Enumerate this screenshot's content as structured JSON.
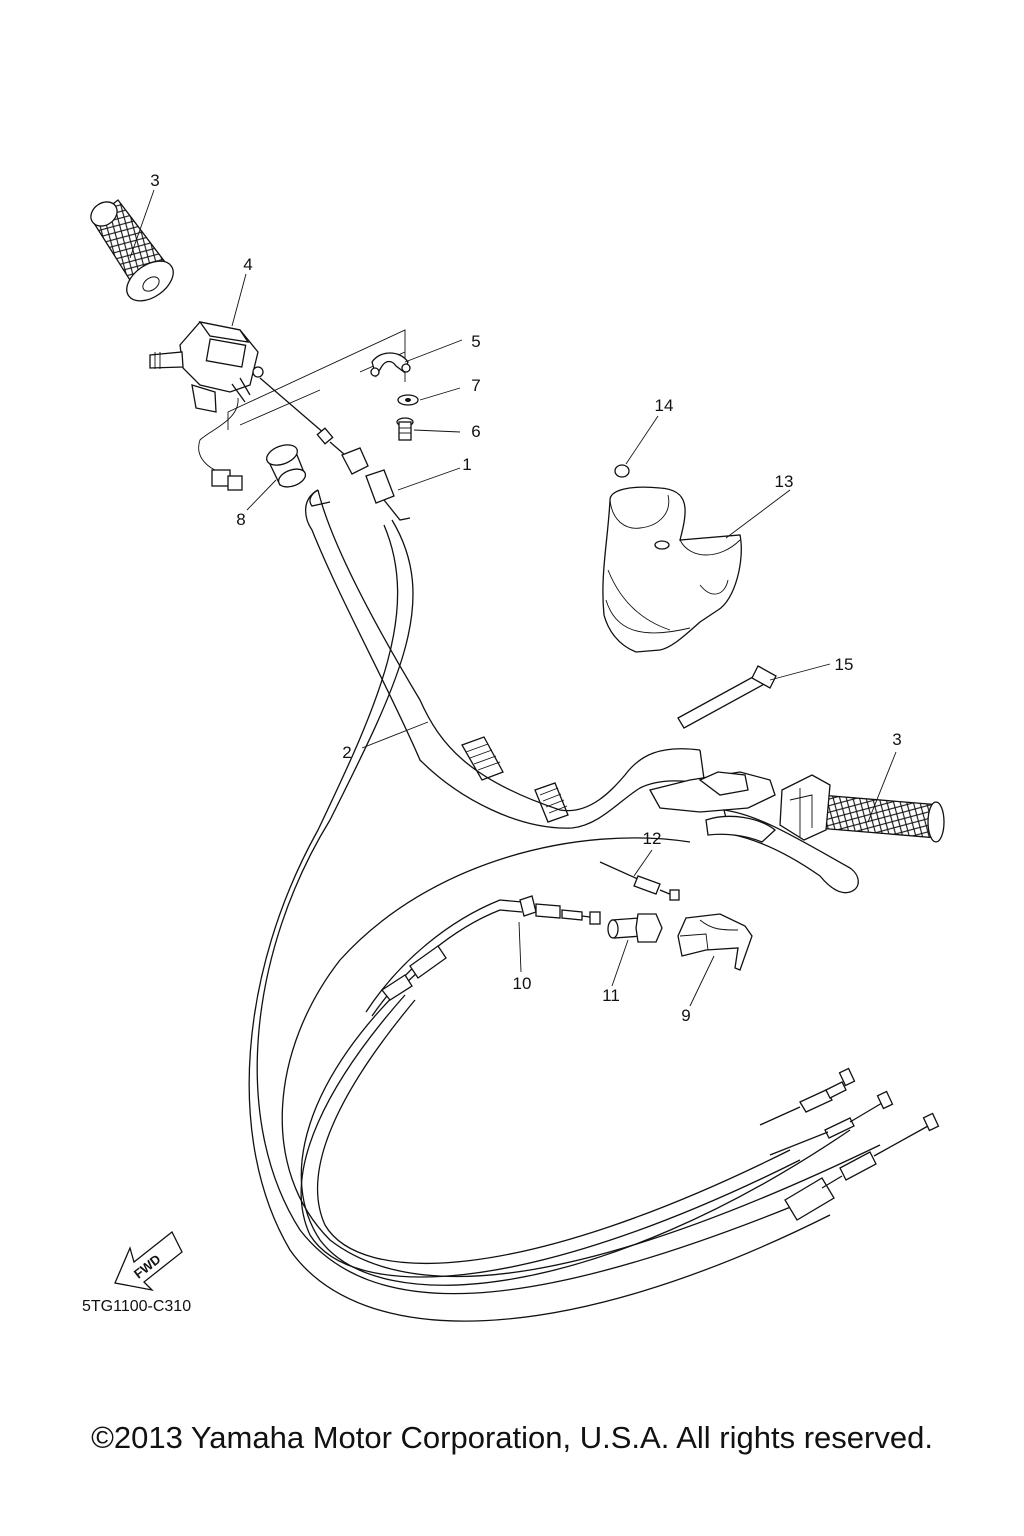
{
  "callouts": [
    {
      "id": "c3a",
      "label": "3"
    },
    {
      "id": "c4",
      "label": "4"
    },
    {
      "id": "c5",
      "label": "5"
    },
    {
      "id": "c7",
      "label": "7"
    },
    {
      "id": "c6",
      "label": "6"
    },
    {
      "id": "c1",
      "label": "1"
    },
    {
      "id": "c14",
      "label": "14"
    },
    {
      "id": "c13",
      "label": "13"
    },
    {
      "id": "c8",
      "label": "8"
    },
    {
      "id": "c15",
      "label": "15"
    },
    {
      "id": "c2",
      "label": "2"
    },
    {
      "id": "c3b",
      "label": "3"
    },
    {
      "id": "c12",
      "label": "12"
    },
    {
      "id": "c10",
      "label": "10"
    },
    {
      "id": "c11",
      "label": "11"
    },
    {
      "id": "c9",
      "label": "9"
    }
  ],
  "fwd_label": "FWD",
  "diagram_code": "5TG1100-C310",
  "copyright": "©2013 Yamaha Motor Corporation, U.S.A. All rights reserved."
}
